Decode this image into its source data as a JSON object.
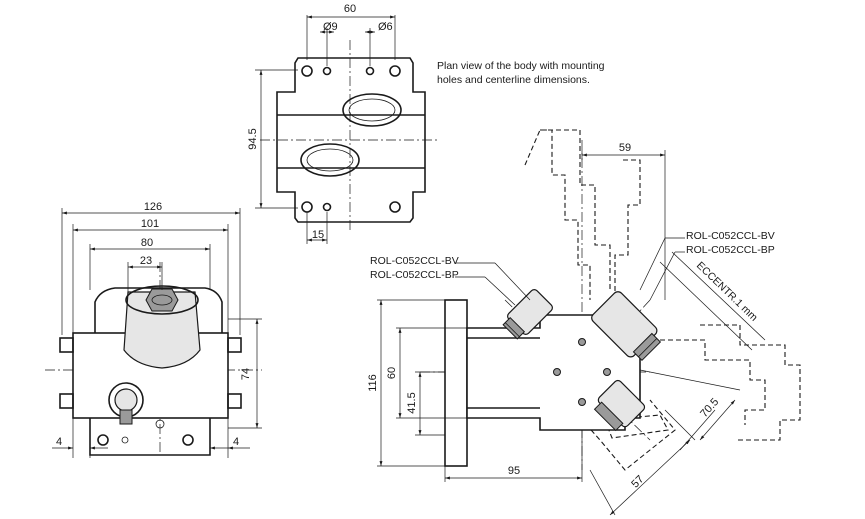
{
  "caption": {
    "line1": "Plan view of the body with mounting",
    "line2": "holes and centerline dimensions."
  },
  "dimensions": {
    "plan_width": "60",
    "plan_hole_large": "Ø9",
    "plan_hole_small": "Ø6",
    "plan_height": "94.5",
    "plan_hole_spacing": "15",
    "front_overall": "126",
    "front_101": "101",
    "front_80": "80",
    "front_23": "23",
    "front_74": "74",
    "front_left_4": "4",
    "front_right_4": "4",
    "side_116": "116",
    "side_60": "60",
    "side_41_5": "41.5",
    "side_95": "95",
    "side_59": "59",
    "side_70_5": "70.5",
    "side_57": "57",
    "eccentric": "ECCENTR.1 mm"
  },
  "labels": {
    "left_bv": "ROL-C052CCL-BV",
    "left_bp": "ROL-C052CCL-BP",
    "right_bv": "ROL-C052CCL-BV",
    "right_bp": "ROL-C052CCL-BP"
  }
}
